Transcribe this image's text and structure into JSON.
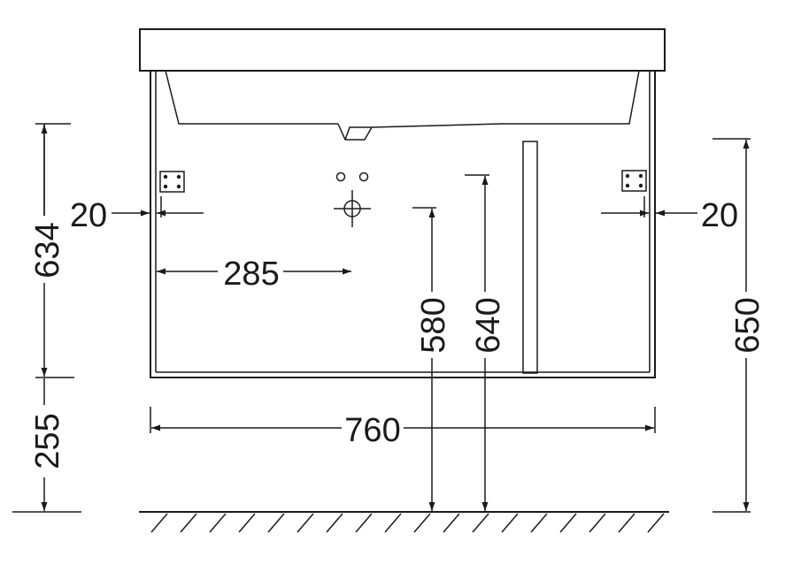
{
  "dimensions": {
    "height_total_left": "634",
    "leg_height": "255",
    "edge_offset_left": "20",
    "edge_offset_right": "20",
    "drain_offset": "285",
    "width": "760",
    "height_580": "580",
    "height_640": "640",
    "height_650": "650"
  }
}
